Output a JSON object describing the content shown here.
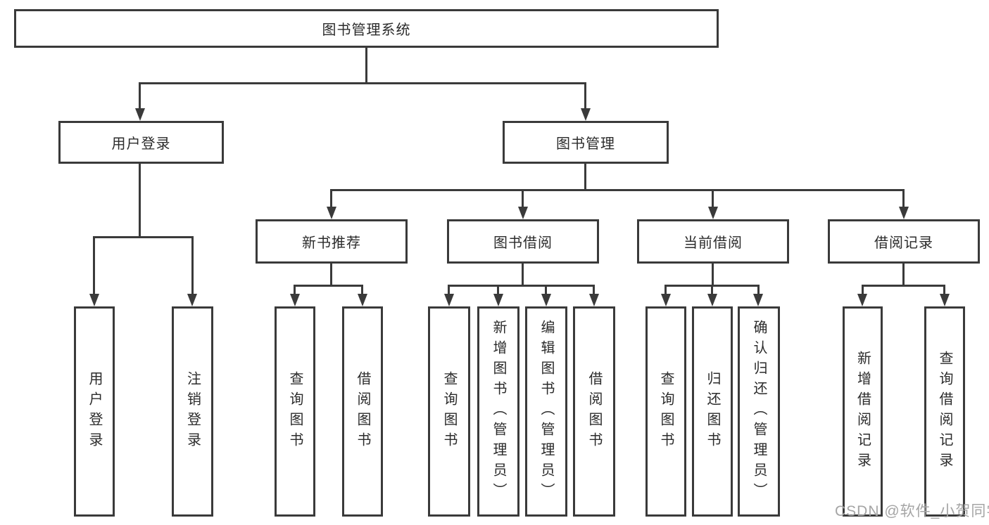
{
  "colors": {
    "background": "#ffffff",
    "line": "#3a3a3a",
    "text": "#2b2b2b",
    "watermark": "#a5a5a5"
  },
  "tree": {
    "label": "图书管理系统",
    "children": [
      {
        "label": "用户登录",
        "children": [
          {
            "label": "用户登录"
          },
          {
            "label": "注销登录"
          }
        ]
      },
      {
        "label": "图书管理",
        "children": [
          {
            "label": "新书推荐",
            "children": [
              {
                "label": "查询图书"
              },
              {
                "label": "借阅图书"
              }
            ]
          },
          {
            "label": "图书借阅",
            "children": [
              {
                "label": "查询图书"
              },
              {
                "label": "新增图书（管理员）"
              },
              {
                "label": "编辑图书（管理员）"
              },
              {
                "label": "借阅图书"
              }
            ]
          },
          {
            "label": "当前借阅",
            "children": [
              {
                "label": "查询图书"
              },
              {
                "label": "归还图书"
              },
              {
                "label": "确认归还（管理员）"
              }
            ]
          },
          {
            "label": "借阅记录",
            "children": [
              {
                "label": "新增借阅记录"
              },
              {
                "label": "查询借阅记录"
              }
            ]
          }
        ]
      }
    ]
  },
  "watermark": {
    "text": "CSDN @软件_小贺同学"
  }
}
